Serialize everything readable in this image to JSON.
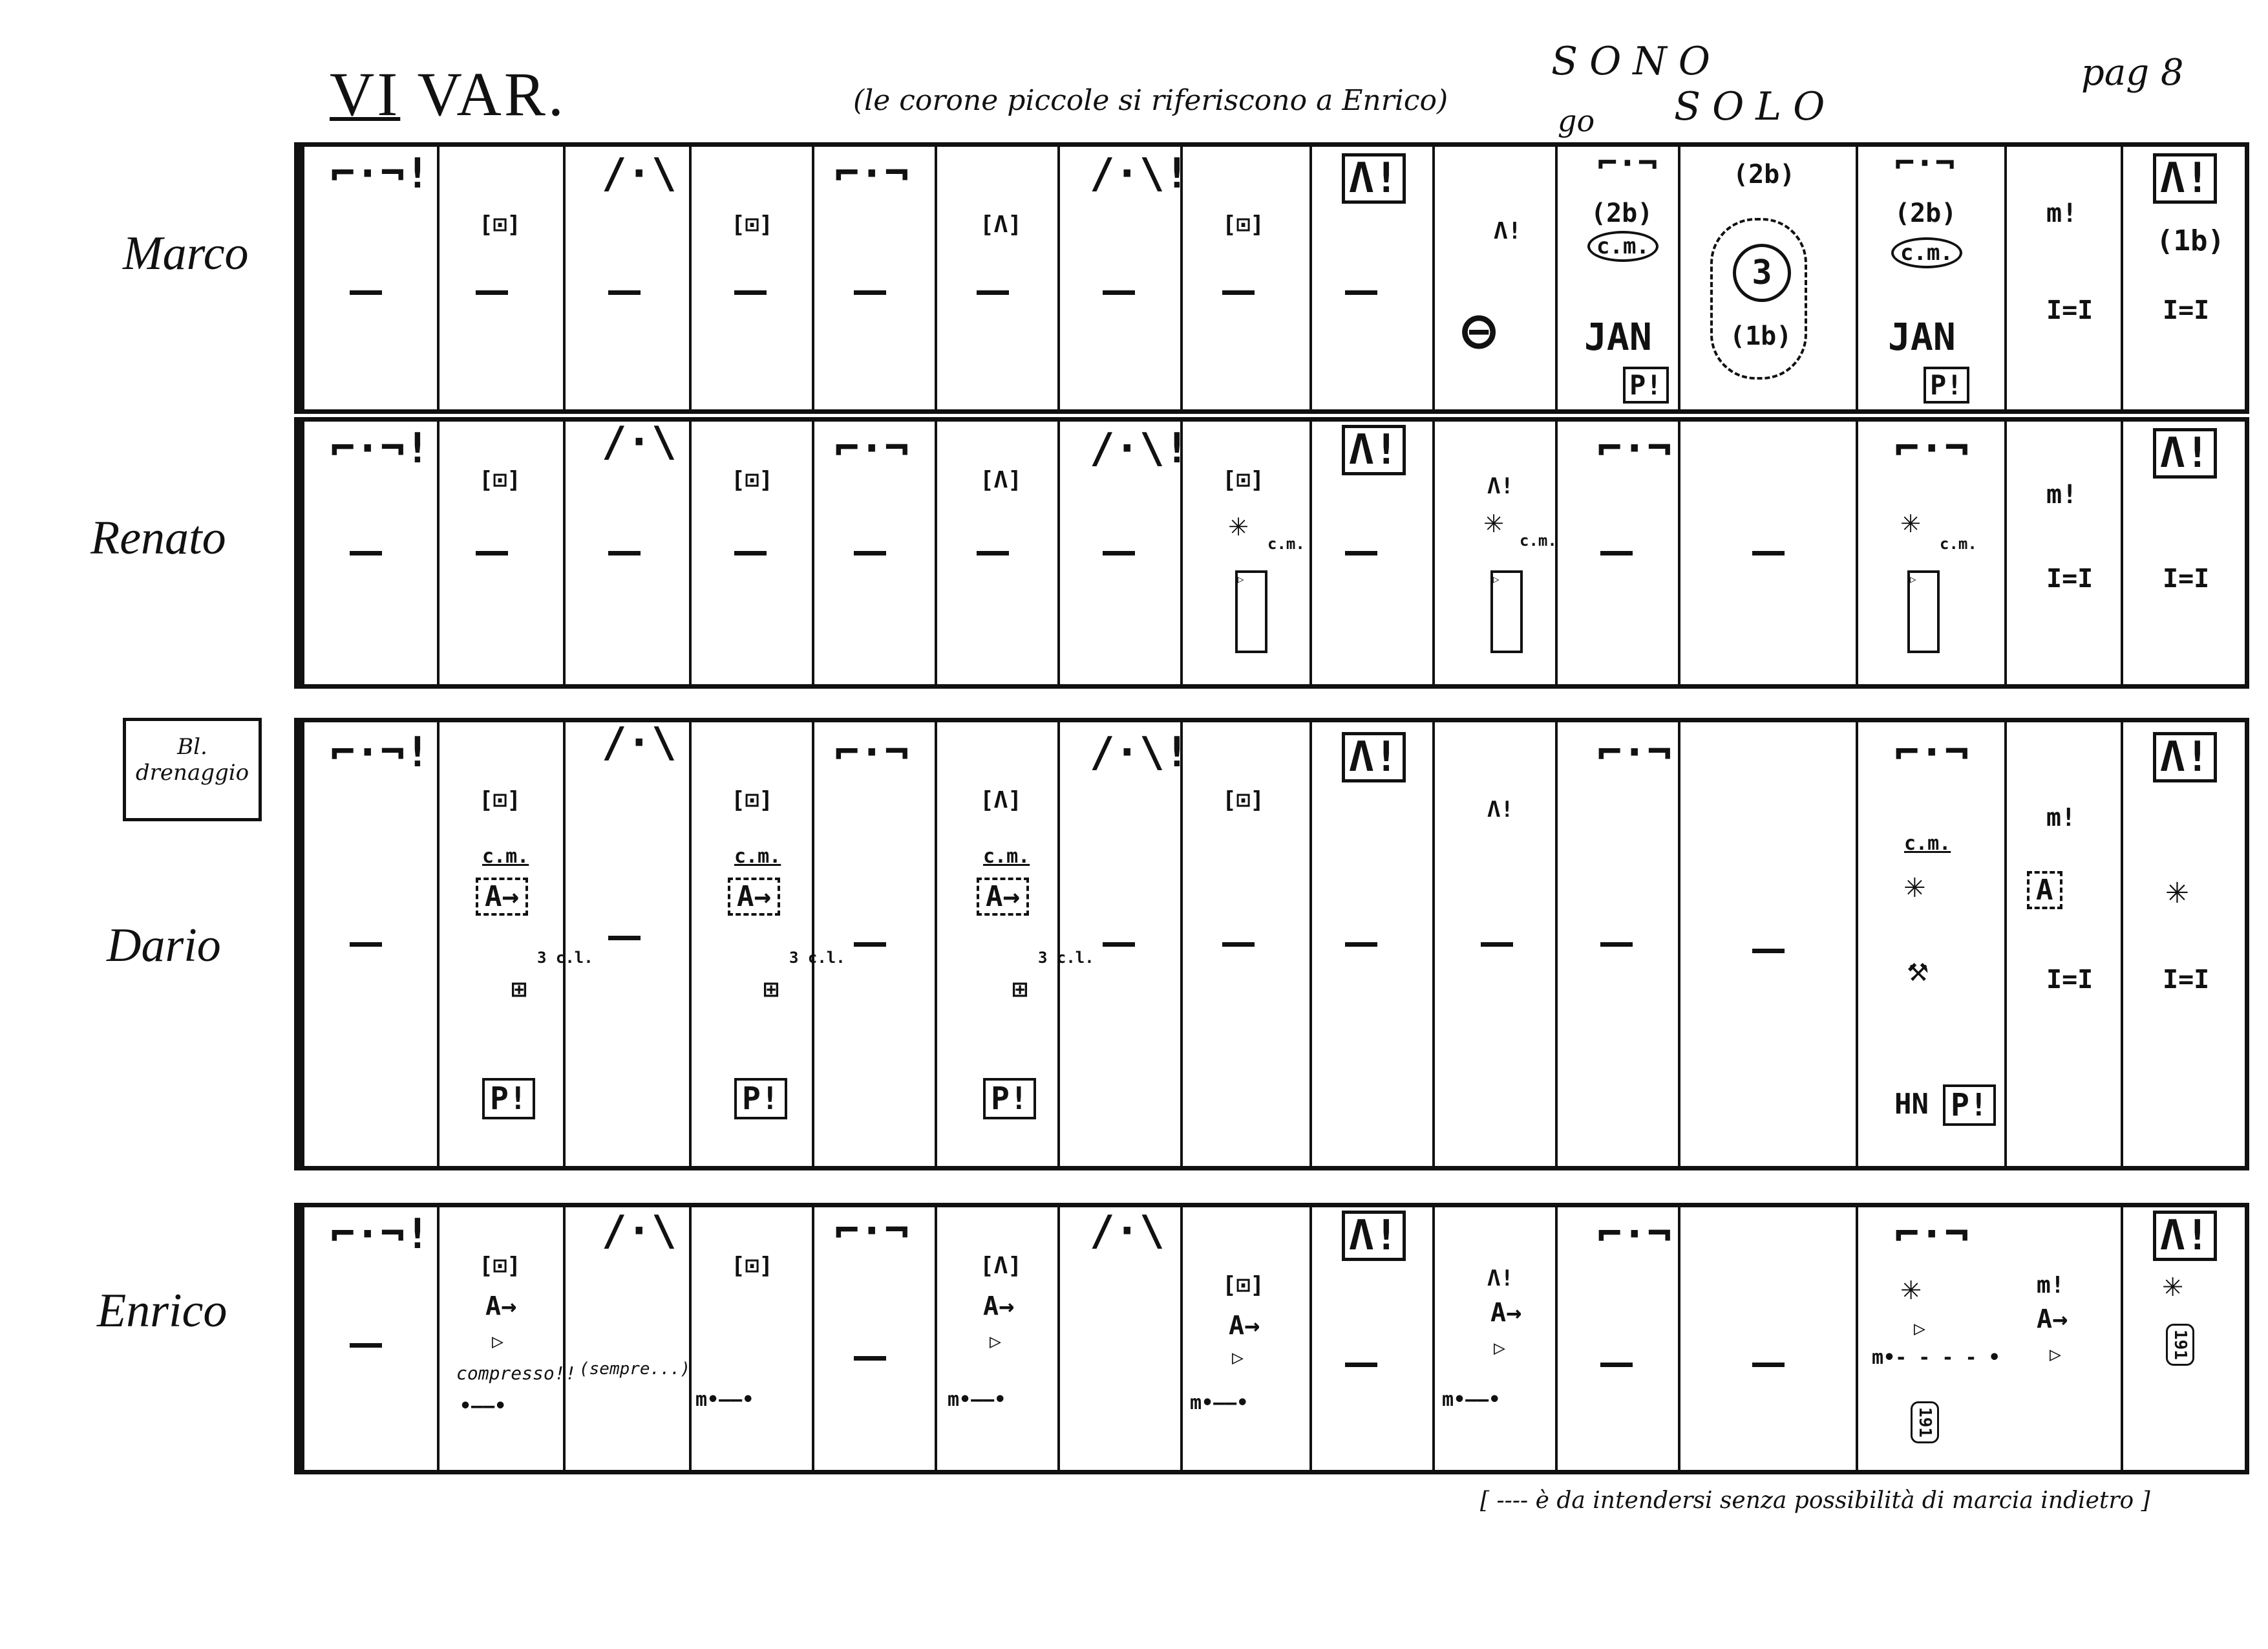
{
  "header": {
    "title_roman": "VI",
    "title_word": "VAR.",
    "note": "(le corone piccole si riferiscono a Enrico)",
    "solo_line1": "SONO",
    "solo_line2": "SOLO",
    "solo_mark": "go",
    "page": "pag 8"
  },
  "players": [
    {
      "name": "Marco"
    },
    {
      "name": "Renato"
    },
    {
      "name": "Dario"
    },
    {
      "name": "Enrico"
    }
  ],
  "dario_box": "Bl. drenaggio",
  "cells": {
    "marco_11_top": "(2b)",
    "marco_11_cm": "c.m.",
    "marco_11_jan": "JAN",
    "marco_11_p": "P!",
    "marco_12_top": "(2b)",
    "marco_12_mid": "3",
    "marco_12_bot": "(1b)",
    "marco_13_top": "(2b)",
    "marco_13_cm": "c.m.",
    "marco_13_jan": "JAN",
    "marco_13_p": "P!",
    "marco_15_mid": "(1b)",
    "cm": "c.m.",
    "p": "P!",
    "tre": "3 c.l.",
    "enrico_compresso": "compresso!!",
    "enrico_sempre": "(sempre...)",
    "enrico_191": "191",
    "mfermata": "m!",
    "eq": "I=I"
  },
  "footnote": "[ ---- è da intendersi senza possibilità di marcia indietro ]"
}
